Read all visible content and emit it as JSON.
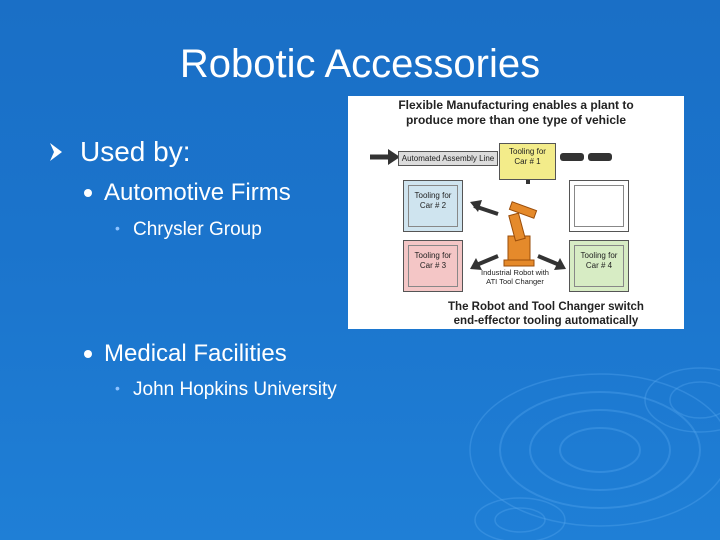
{
  "slide": {
    "title": "Robotic Accessories",
    "level1": "Used by:",
    "items": [
      {
        "label": "Automotive Firms",
        "sub": "Chrysler Group"
      },
      {
        "label": "Medical Facilities",
        "sub": "John Hopkins University"
      }
    ]
  },
  "diagram": {
    "title_line1": "Flexible Manufacturing enables a plant to",
    "title_line2": "produce more than one type of vehicle",
    "assembly_line": "Automated Assembly Line",
    "tooling1_line1": "Tooling for",
    "tooling1_line2": "Car # 1",
    "tooling2_line1": "Tooling for",
    "tooling2_line2": "Car # 2",
    "tooling3_line1": "Tooling for",
    "tooling3_line2": "Car # 3",
    "tooling4_line1": "Tooling for",
    "tooling4_line2": "Car # 4",
    "robot_line1": "Industrial Robot with",
    "robot_line2": "ATI Tool Changer",
    "footer_line1": "The Robot and Tool Changer switch",
    "footer_line2": "end-effector tooling automatically"
  },
  "colors": {
    "background": "#1b74cc",
    "tooling1": "#f3ec8a",
    "tooling2": "#cfe4ef",
    "tooling3": "#f4c6c6",
    "tooling4": "#d7ecc4",
    "robot": "#e58a2b"
  }
}
